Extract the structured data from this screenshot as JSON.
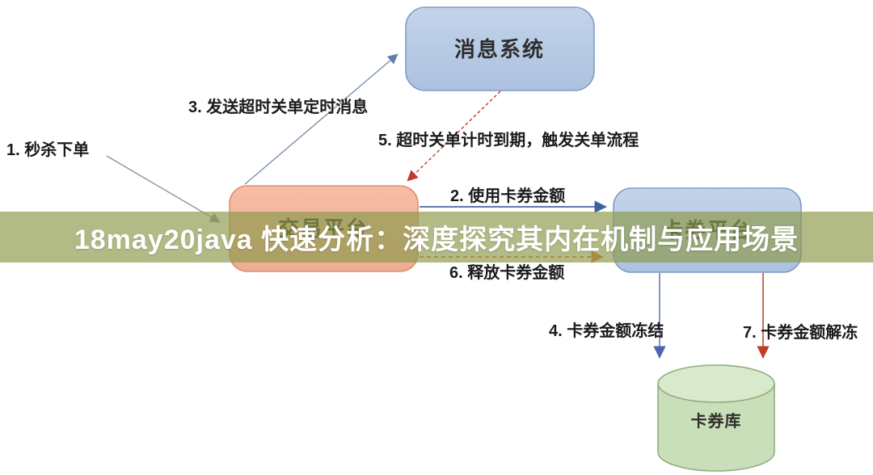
{
  "banner": {
    "text": "18may20java 快速分析：深度探究其内在机制与应用场景",
    "background_rgba": "rgba(141,153,77,0.68)",
    "text_color": "#ffffff"
  },
  "nodes": {
    "message_system": {
      "label": "消息系统",
      "fill": "#b6c9e2",
      "border": "#7f9cc4"
    },
    "trade_platform": {
      "label": "交易平台",
      "fill": "#f2b49e",
      "border": "#dd8f6c"
    },
    "coupon_platform": {
      "label": "卡券平台",
      "fill": "#b6c9e2",
      "border": "#7f9cc4"
    },
    "coupon_store": {
      "label": "卡券库",
      "fill": "#c9dfba",
      "border": "#8fae7e"
    }
  },
  "edges": [
    {
      "id": "1",
      "label": "1. 秒杀下单",
      "style": "solid",
      "color": "#8a97a6"
    },
    {
      "id": "2",
      "label": "2. 使用卡券金额",
      "style": "solid",
      "color": "#48679f"
    },
    {
      "id": "3",
      "label": "3. 发送超时关单定时消息",
      "style": "solid",
      "color": "#7d90a8"
    },
    {
      "id": "4",
      "label": "4. 卡券金额冻结",
      "style": "solid",
      "color": "#5f74b8"
    },
    {
      "id": "5",
      "label": "5. 超时关单计时到期，触发关单流程",
      "style": "dashed",
      "color": "#c44536"
    },
    {
      "id": "6",
      "label": "6. 释放卡券金额",
      "style": "dashed",
      "color": "#d86a3a"
    },
    {
      "id": "7",
      "label": "7. 卡券金额解冻",
      "style": "solid",
      "color": "#c0442f"
    }
  ]
}
